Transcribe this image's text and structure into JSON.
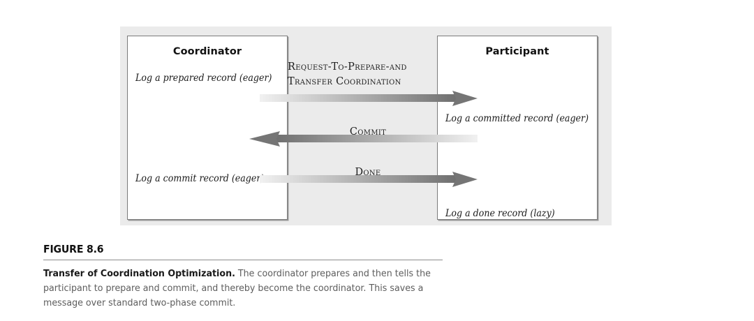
{
  "figure": {
    "number_label": "FIGURE 8.6",
    "caption_lead": "Transfer of Coordination Optimization.",
    "caption_body": " The coordinator prepares and then tells the participant to prepare and commit, and thereby become the coordinator. This saves a message over standard two-phase commit.",
    "panel_background": "#ebebeb",
    "rule_color": "#8c8c8c"
  },
  "diagram": {
    "coordinator": {
      "title": "Coordinator",
      "notes": [
        {
          "text": "Log a prepared record (eager)"
        },
        {
          "text": "Log a commit record (eager)"
        }
      ]
    },
    "participant": {
      "title": "Participant",
      "notes": [
        {
          "text": "Log a committed record (eager)"
        },
        {
          "text": "Log a done record (lazy)"
        }
      ]
    },
    "messages": [
      {
        "id": "request-to-prepare-and-transfer-coordination",
        "label_line1": "Request-To-Prepare-and",
        "label_line2": "Transfer Coordination",
        "direction": "coordinator-to-participant",
        "arrow_color_start": "#f0f0f0",
        "arrow_color_end": "#6e6e6e"
      },
      {
        "id": "commit",
        "label_line1": "Commit",
        "direction": "participant-to-coordinator",
        "arrow_color_start": "#f0f0f0",
        "arrow_color_end": "#6e6e6e"
      },
      {
        "id": "done",
        "label_line1": "Done",
        "direction": "coordinator-to-participant",
        "arrow_color_start": "#f0f0f0",
        "arrow_color_end": "#6e6e6e"
      }
    ]
  }
}
